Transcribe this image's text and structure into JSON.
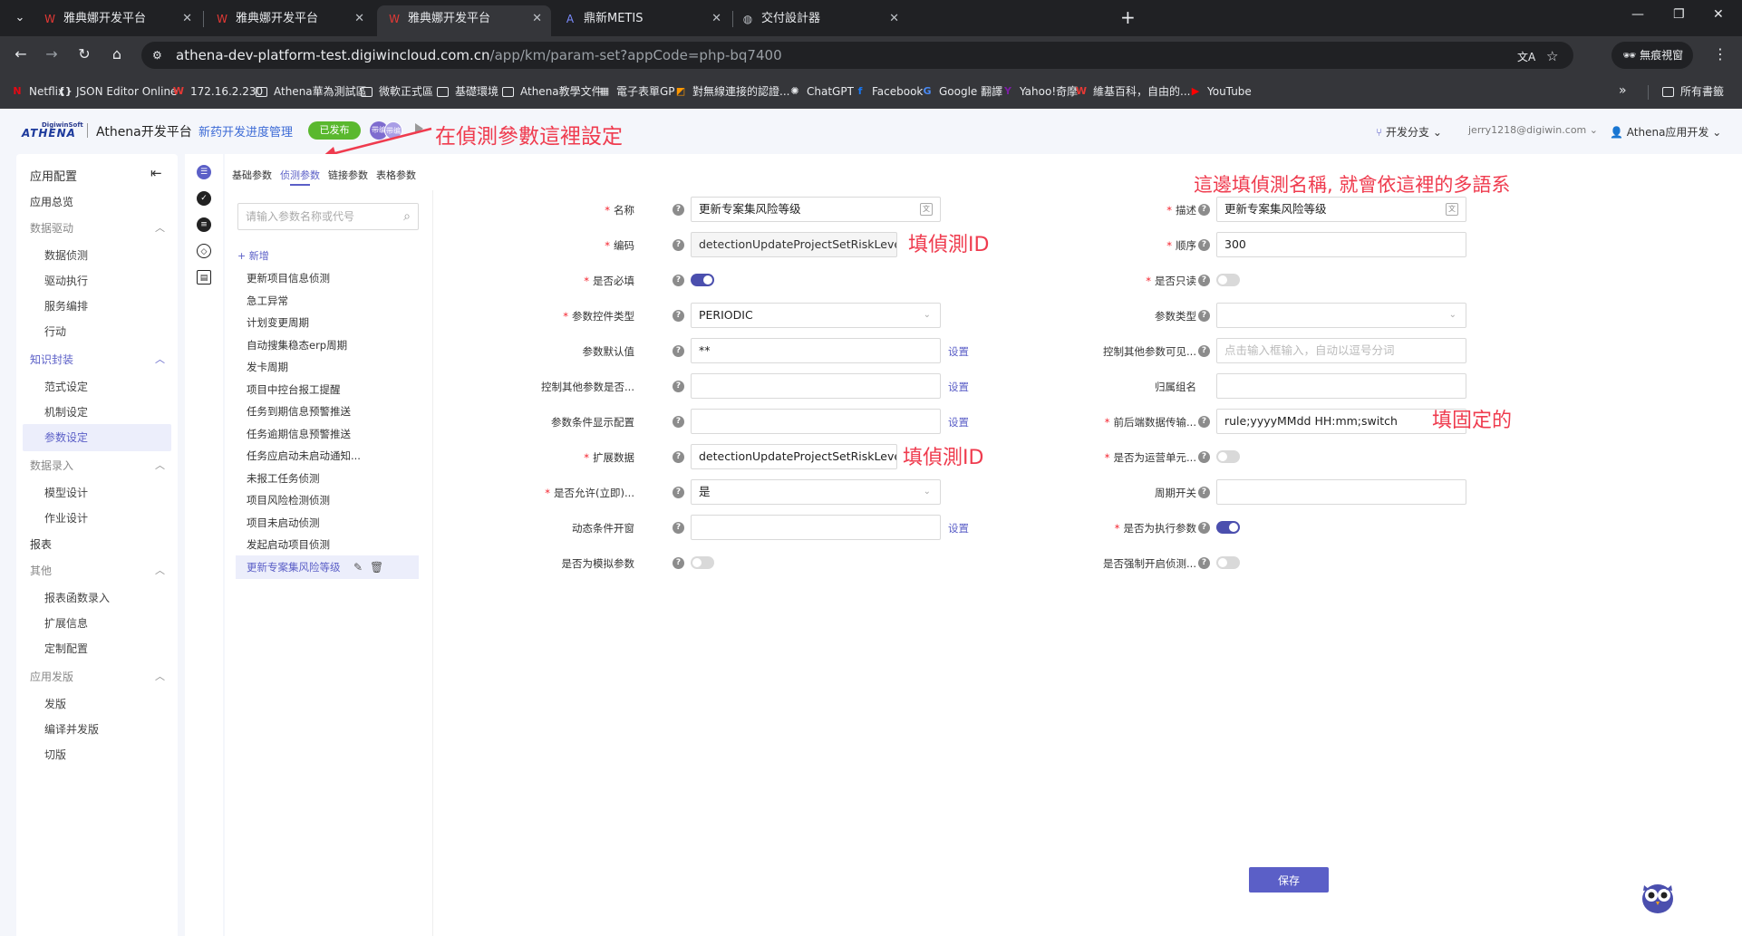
{
  "browser": {
    "tabs": [
      {
        "title": "雅典娜开发平台",
        "favicon": "W"
      },
      {
        "title": "雅典娜开发平台",
        "favicon": "W"
      },
      {
        "title": "雅典娜开发平台",
        "favicon": "W"
      },
      {
        "title": "鼎新METIS",
        "favicon": "A"
      },
      {
        "title": "交付設計器",
        "favicon": "◍"
      }
    ],
    "url_host": "athena-dev-platform-test.digiwincloud.com.cn",
    "url_path": "/app/km/param-set?appCode=php-bq7400",
    "profile_label": "無痕視窗",
    "bookmarks": [
      {
        "label": "Netflix",
        "icon": "N"
      },
      {
        "label": "JSON Editor Online",
        "icon": "{}"
      },
      {
        "label": "172.16.2.230",
        "icon": "W"
      },
      {
        "label": "Athena華為測試區",
        "icon": "folder"
      },
      {
        "label": "微軟正式區",
        "icon": "folder"
      },
      {
        "label": "基礎環境",
        "icon": "folder"
      },
      {
        "label": "Athena教學文件",
        "icon": "folder"
      },
      {
        "label": "電子表單GP",
        "icon": "▦"
      },
      {
        "label": "對無線連接的認證...",
        "icon": "◩"
      },
      {
        "label": "ChatGPT",
        "icon": "✺"
      },
      {
        "label": "Facebook",
        "icon": "f"
      },
      {
        "label": "Google 翻譯",
        "icon": "G"
      },
      {
        "label": "Yahoo!奇摩",
        "icon": "Y"
      },
      {
        "label": "維基百科，自由的...",
        "icon": "W"
      },
      {
        "label": "YouTube",
        "icon": "▶"
      }
    ],
    "all_bookmarks": "所有書籤"
  },
  "header": {
    "logo_top": "DigiwinSoft",
    "logo_main": "ATHENA",
    "platform": "Athena开发平台",
    "app_name": "新药开发进度管理",
    "status": "已发布",
    "avatar_a": "带编",
    "avatar_b": "带编",
    "branch": "开发分支",
    "user_email": "jerry1218@digiwin.com",
    "workspace": "Athena应用开发"
  },
  "annotations": {
    "set_here": "在偵測參數這裡設定",
    "multi_lang": "這邊填偵測名稱, 就會依這裡的多語系",
    "fill_id_1": "填偵測ID",
    "fill_id_2": "填偵測ID",
    "fixed": "填固定的"
  },
  "sidebar": {
    "title": "应用配置",
    "items": [
      {
        "label": "应用总览",
        "kind": "lvl1"
      },
      {
        "label": "数据驱动",
        "kind": "group"
      },
      {
        "label": "数据侦测",
        "kind": "lvl2"
      },
      {
        "label": "驱动执行",
        "kind": "lvl2"
      },
      {
        "label": "服务编排",
        "kind": "lvl2"
      },
      {
        "label": "行动",
        "kind": "lvl2"
      },
      {
        "label": "知识封装",
        "kind": "group-active"
      },
      {
        "label": "范式设定",
        "kind": "lvl2"
      },
      {
        "label": "机制设定",
        "kind": "lvl2"
      },
      {
        "label": "参数设定",
        "kind": "active"
      },
      {
        "label": "数据录入",
        "kind": "group"
      },
      {
        "label": "模型设计",
        "kind": "lvl2"
      },
      {
        "label": "作业设计",
        "kind": "lvl2"
      },
      {
        "label": "报表",
        "kind": "lvl1"
      },
      {
        "label": "其他",
        "kind": "group"
      },
      {
        "label": "报表函数录入",
        "kind": "lvl2"
      },
      {
        "label": "扩展信息",
        "kind": "lvl2"
      },
      {
        "label": "定制配置",
        "kind": "lvl2"
      },
      {
        "label": "应用发版",
        "kind": "group"
      },
      {
        "label": "发版",
        "kind": "lvl2"
      },
      {
        "label": "编译并发版",
        "kind": "lvl2"
      },
      {
        "label": "切版",
        "kind": "lvl2"
      }
    ]
  },
  "param_tabs": [
    "基础参数",
    "侦测参数",
    "链接参数",
    "表格参数"
  ],
  "param_list": {
    "search_placeholder": "请输入参数名称或代号",
    "add_label": "+ 新增",
    "items": [
      "更新项目信息侦测",
      "急工异常",
      "计划变更周期",
      "自动搜集稳态erp周期",
      "发卡周期",
      "项目中控台报工提醒",
      "任务到期信息预警推送",
      "任务逾期信息预警推送",
      "任务应启动未启动通知...",
      "未报工任务侦测",
      "项目风险检测侦测",
      "项目未启动侦测",
      "发起启动项目侦测",
      "更新专案集风险等级"
    ]
  },
  "form": {
    "name_label": "名称",
    "name_value": "更新专案集风险等级",
    "desc_label": "描述",
    "desc_value": "更新专案集风险等级",
    "code_label": "编码",
    "code_value": "detectionUpdateProjectSetRiskLevels",
    "order_label": "顺序",
    "order_value": "300",
    "required_label": "是否必填",
    "readonly_label": "是否只读",
    "ctrl_type_label": "参数控件类型",
    "ctrl_type_value": "PERIODIC",
    "param_type_label": "参数类型",
    "param_type_value": "",
    "default_label": "参数默认值",
    "default_value": "**",
    "set_link": "设置",
    "ctrl_visible_label": "控制其他参数可见...",
    "ctrl_visible_placeholder": "点击输入框输入，自动以逗号分词",
    "ctrl_other_label": "控制其他参数是否...",
    "group_label": "归属组名",
    "cond_label": "参数条件显示配置",
    "frontend_label": "前后端数据传输...",
    "frontend_value": "rule;yyyyMMdd HH:mm;switch",
    "ext_label": "扩展数据",
    "ext_value": "detectionUpdateProjectSetRiskLevels",
    "ops_label": "是否为运营单元...",
    "allow_label": "是否允许(立即)...",
    "allow_value": "是",
    "cycle_label": "周期开关",
    "dyn_label": "动态条件开窗",
    "exec_label": "是否为执行参数",
    "mock_label": "是否为模拟参数",
    "force_label": "是否强制开启侦测...",
    "save": "保存"
  },
  "toggles": {
    "required": true,
    "readonly": false,
    "ops": false,
    "exec": true,
    "mock": false,
    "force": false
  },
  "colors": {
    "primary": "#5b5fc7",
    "annotation": "#ef3b4e",
    "published": "#5ab82e"
  }
}
